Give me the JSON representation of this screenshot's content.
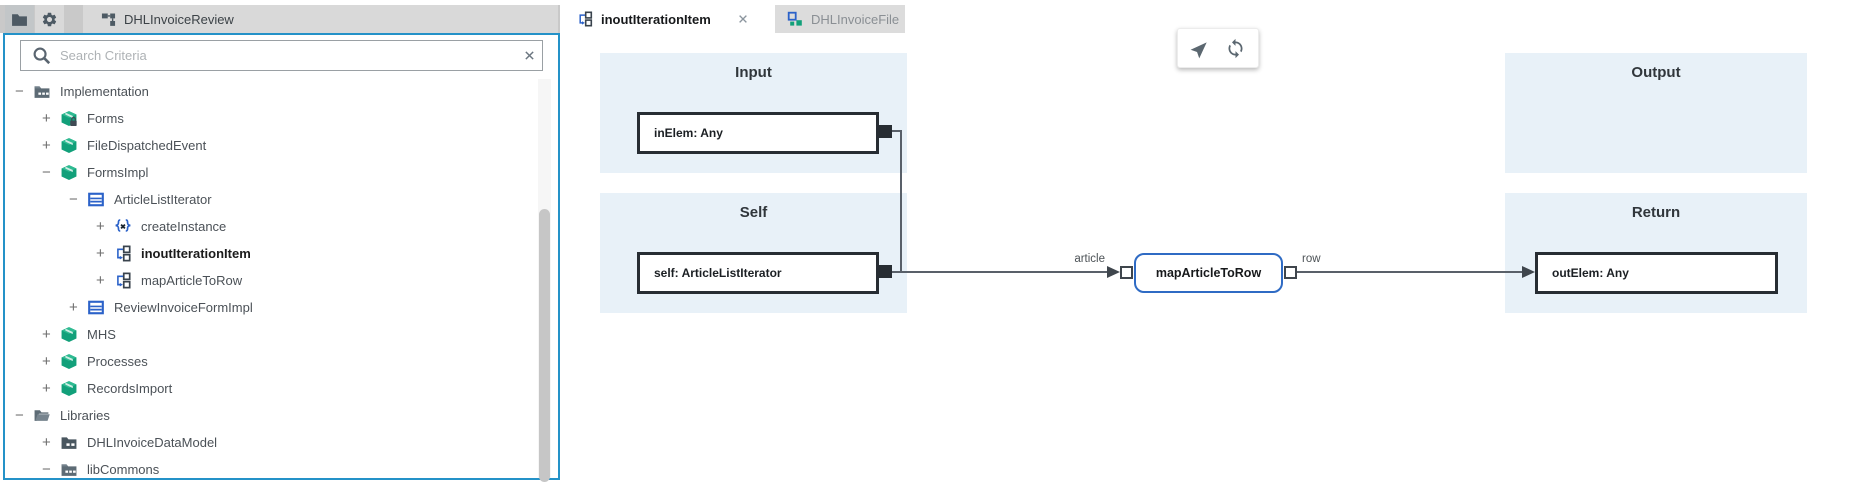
{
  "colors": {
    "sidebar_border_blue": "#2492c8",
    "panel_light_blue": "#e8f1f8",
    "node_border_blue": "#2f6bc4",
    "package_green": "#12a07a",
    "icon_blue": "#2b62c9",
    "edge_gray": "#596069",
    "topbar_gray": "#c9c9c9",
    "tab_gray": "#d9d9d9"
  },
  "topbar": {
    "explorer_tab_icon": "folder-icon",
    "settings_tab_icon": "gear-icon",
    "project_tab": {
      "label": "DHLInvoiceReview",
      "icon": "flow-icon"
    }
  },
  "sidebar": {
    "search": {
      "placeholder": "Search Criteria",
      "value": "",
      "clear_icon": "close-icon"
    },
    "tree": [
      {
        "label": "Implementation",
        "exp": "−",
        "level": 0,
        "icon": "modules-folder-icon"
      },
      {
        "label": "Forms",
        "exp": "+",
        "level": 1,
        "icon": "package-locked-icon"
      },
      {
        "label": "FileDispatchedEvent",
        "exp": "+",
        "level": 1,
        "icon": "package-icon"
      },
      {
        "label": "FormsImpl",
        "exp": "−",
        "level": 1,
        "icon": "package-icon"
      },
      {
        "label": "ArticleListIterator",
        "exp": "−",
        "level": 2,
        "icon": "form-icon"
      },
      {
        "label": "createInstance",
        "exp": "+",
        "level": 3,
        "icon": "function-icon"
      },
      {
        "label": "inoutIterationItem",
        "exp": "+",
        "level": 3,
        "icon": "inout-icon",
        "selected": true
      },
      {
        "label": "mapArticleToRow",
        "exp": "+",
        "level": 3,
        "icon": "inout-icon"
      },
      {
        "label": "ReviewInvoiceFormImpl",
        "exp": "+",
        "level": 2,
        "icon": "form-icon"
      },
      {
        "label": "MHS",
        "exp": "+",
        "level": 1,
        "icon": "package-icon"
      },
      {
        "label": "Processes",
        "exp": "+",
        "level": 1,
        "icon": "package-icon"
      },
      {
        "label": "RecordsImport",
        "exp": "+",
        "level": 1,
        "icon": "package-icon"
      },
      {
        "label": "Libraries",
        "exp": "−",
        "level": 0,
        "icon": "open-folder-icon"
      },
      {
        "label": "DHLInvoiceDataModel",
        "exp": "+",
        "level": 1,
        "icon": "data-folder-icon"
      },
      {
        "label": "libCommons",
        "exp": "−",
        "level": 1,
        "icon": "modules-folder-icon"
      }
    ]
  },
  "editor": {
    "tabs": [
      {
        "label": "inoutIterationItem",
        "icon": "inout-icon",
        "active": true,
        "close_icon": "close-icon"
      },
      {
        "label": "DHLInvoiceFile",
        "icon": "class-file-icon",
        "active": false,
        "close_icon": "close-icon"
      }
    ],
    "toolbar": {
      "buttons": [
        {
          "icon": "navigate-icon"
        },
        {
          "icon": "refresh-icon"
        }
      ]
    },
    "diagram": {
      "panels": {
        "input": "Input",
        "self": "Self",
        "output": "Output",
        "return": "Return"
      },
      "elements": {
        "in_elem": "inElem: Any",
        "self_elem": "self: ArticleListIterator",
        "out_elem": "outElem: Any"
      },
      "node": {
        "label": "mapArticleToRow"
      },
      "edges": [
        {
          "label": "article"
        },
        {
          "label": "row"
        }
      ]
    }
  }
}
